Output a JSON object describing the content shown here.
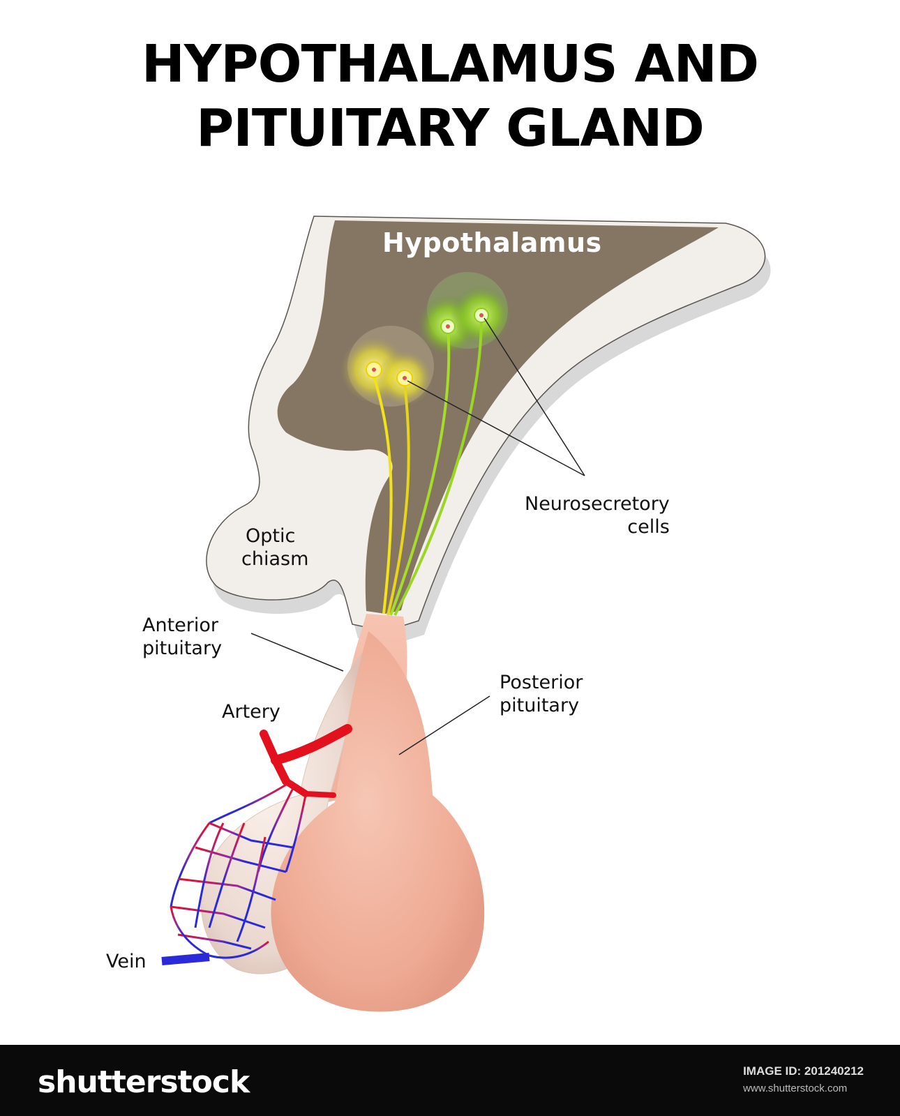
{
  "title": {
    "line1": "HYPOTHALAMUS AND",
    "line2": "PITUITARY GLAND"
  },
  "labels": {
    "hypothalamus": "Hypothalamus",
    "neurosecretory_line1": "Neurosecretory",
    "neurosecretory_line2": "cells",
    "optic_line1": "Optic",
    "optic_line2": "chiasm",
    "anterior_line1": "Anterior",
    "anterior_line2": "pituitary",
    "posterior_line1": "Posterior",
    "posterior_line2": "pituitary",
    "artery": "Artery",
    "vein": "Vein"
  },
  "footer": {
    "brand": "shutterstock",
    "image_id": "IMAGE ID: 201240212",
    "url": "www.shutterstock.com"
  },
  "colors": {
    "hypothalamus": "#857664",
    "outline": "#f2efea",
    "pituitary": "#f1b4a2",
    "artery": "#e3101d",
    "vein": "#2a2ad8",
    "yellow_neuron": "#f3e21a",
    "green_neuron": "#9bd623"
  }
}
